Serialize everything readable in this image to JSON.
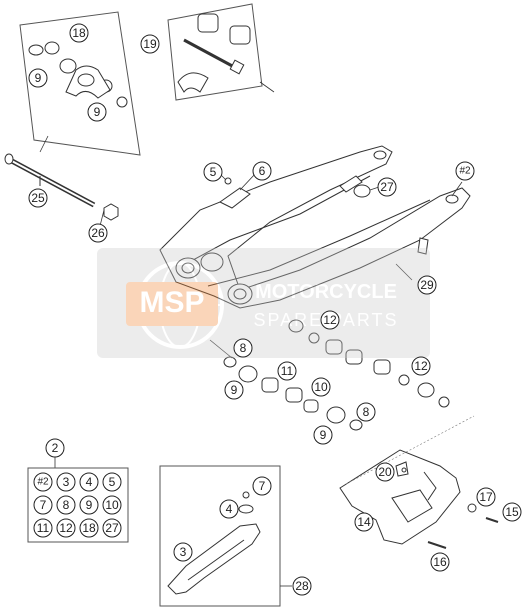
{
  "diagram": {
    "callouts": {
      "c18": "18",
      "c19": "19",
      "c9a": "9",
      "c9b": "9",
      "c25": "25",
      "c26": "26",
      "c5": "5",
      "c6": "6",
      "c27": "27",
      "c_h2": "#2",
      "c29": "29",
      "c12a": "12",
      "c8a": "8",
      "c11": "11",
      "c12b": "12",
      "c9c": "9",
      "c10": "10",
      "c8b": "8",
      "c9d": "9",
      "c2": "2",
      "c7": "7",
      "c4": "4",
      "c3": "3",
      "c28": "28",
      "c20": "20",
      "c17": "17",
      "c14": "14",
      "c15": "15",
      "c16": "16"
    },
    "kit_grid": [
      "#2",
      "3",
      "4",
      "5",
      "7",
      "8",
      "9",
      "10",
      "11",
      "12",
      "18",
      "27"
    ],
    "watermark": {
      "logo": "MSP",
      "line1": "MOTORCYCLE",
      "line2": "SPARE PARTS"
    }
  }
}
